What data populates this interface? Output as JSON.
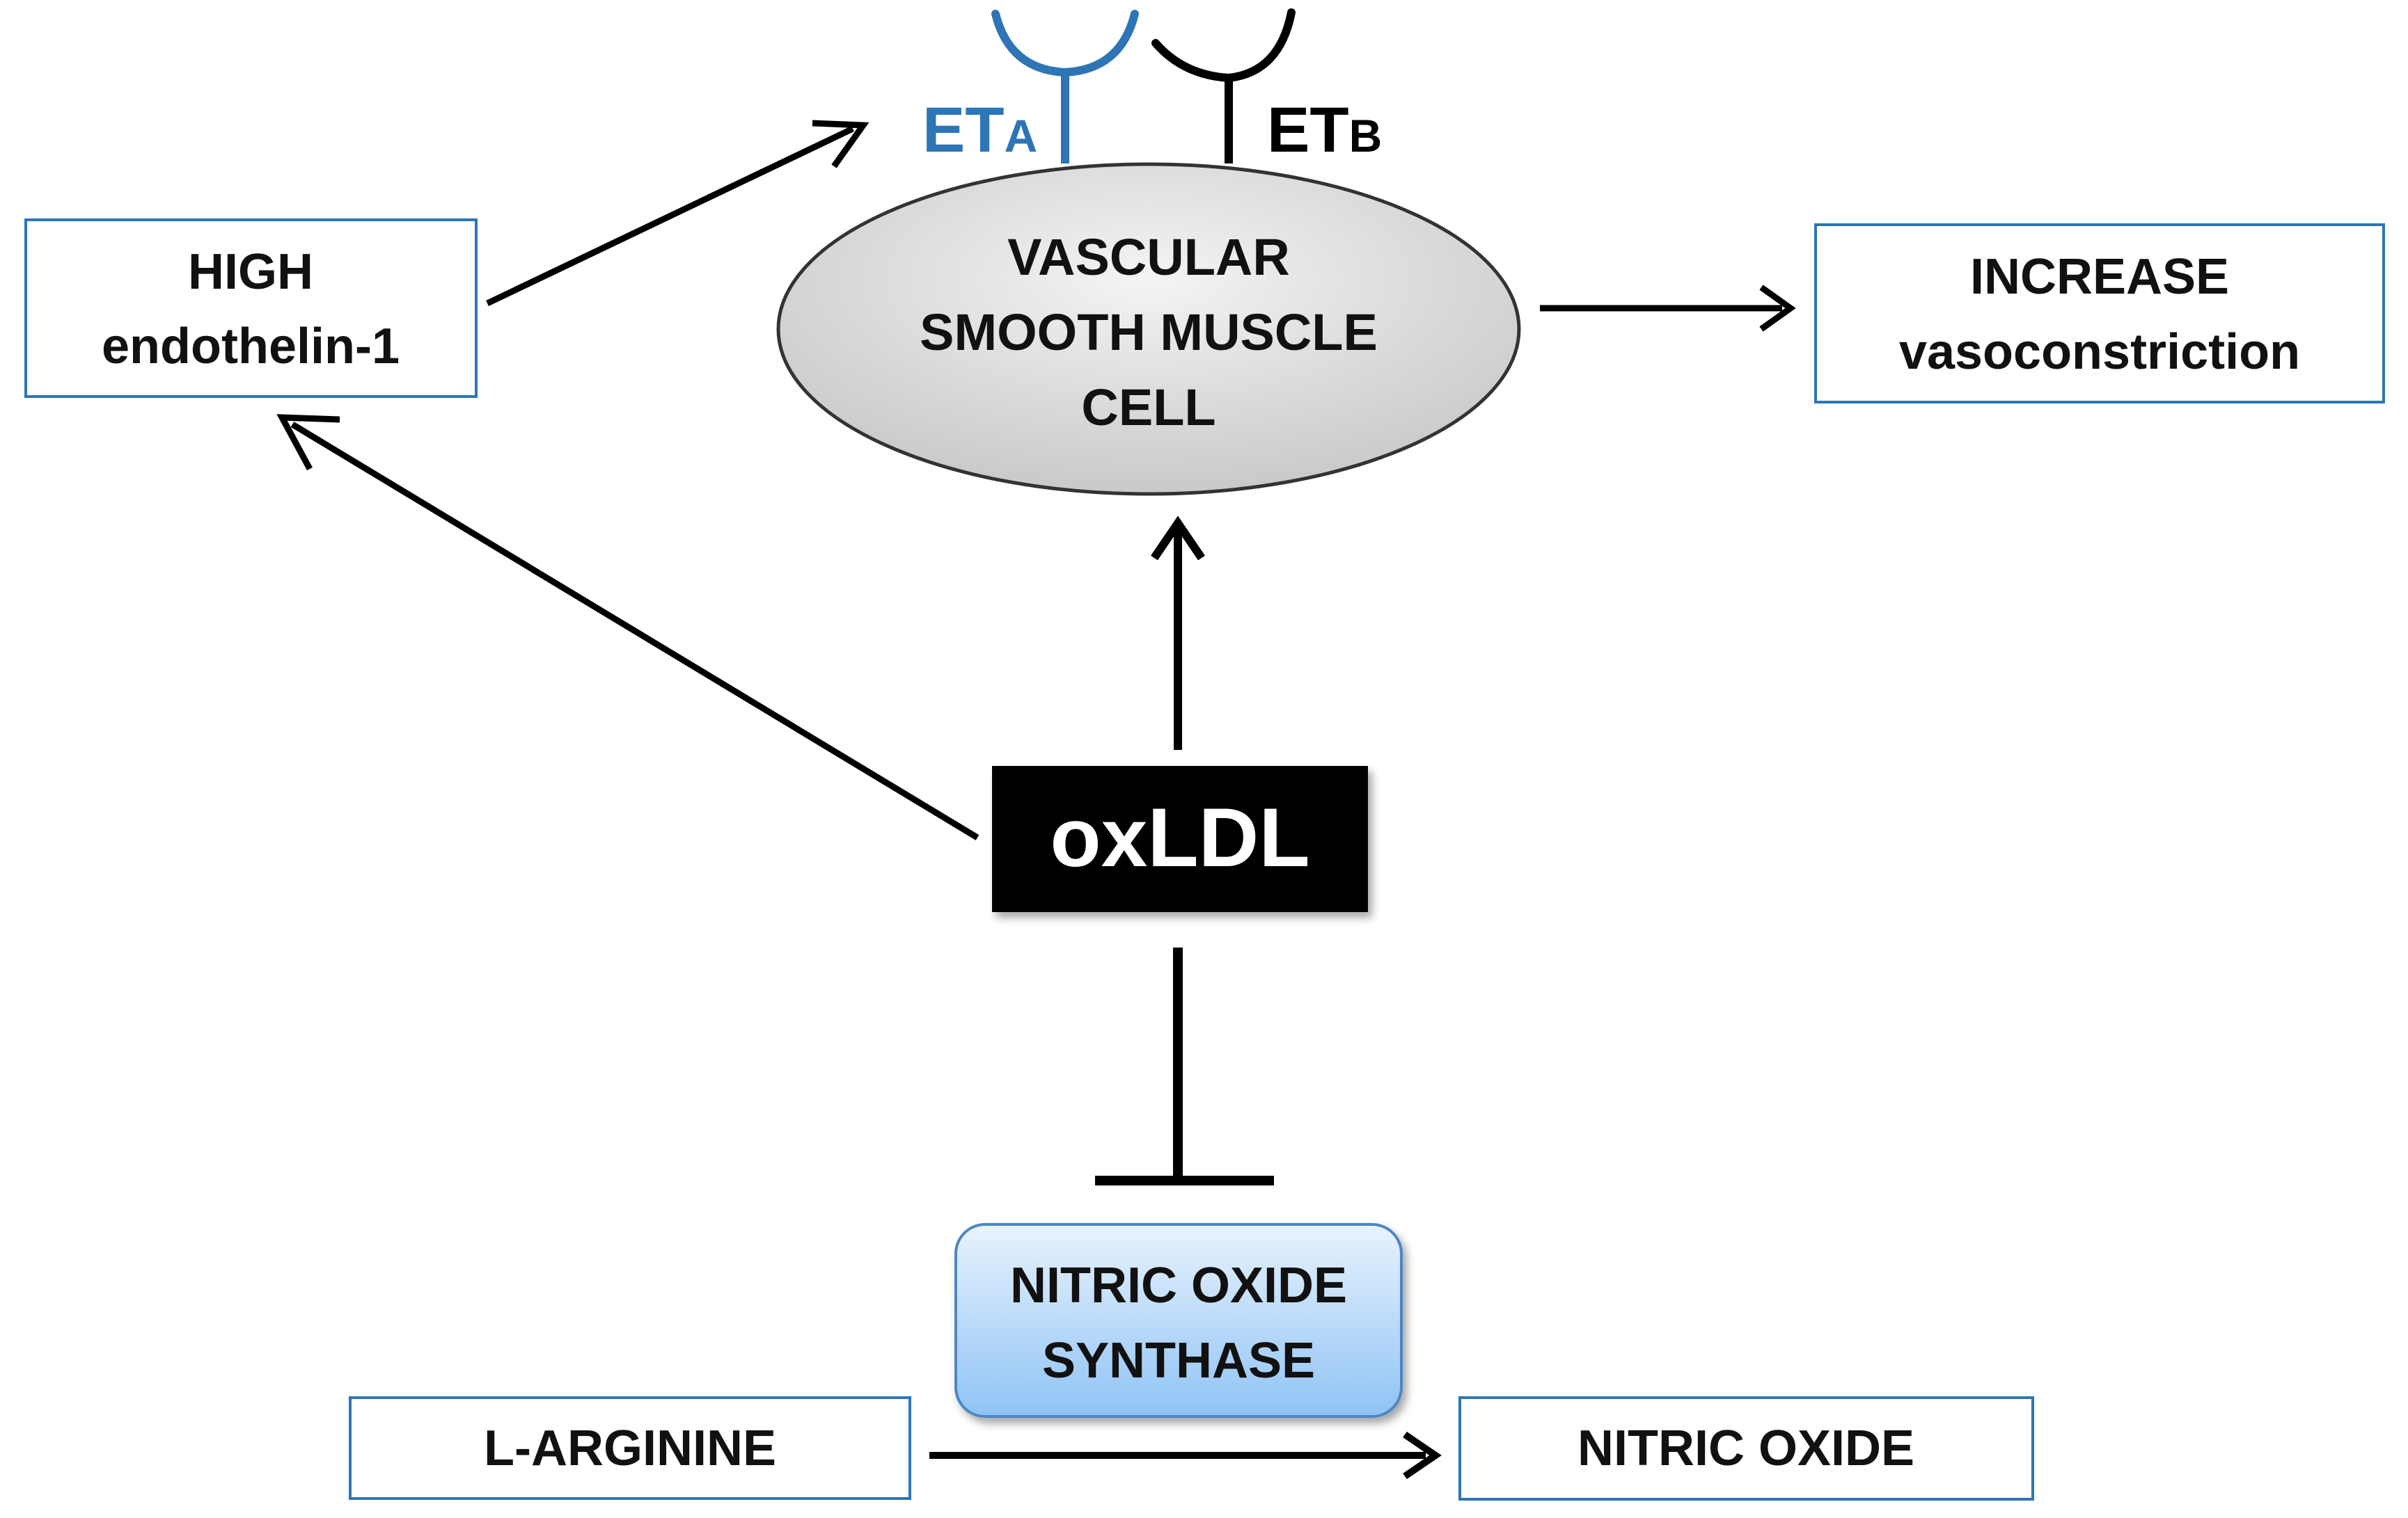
{
  "colors": {
    "box_border": "#2e75b6",
    "arrow": "#000000",
    "eta": "#2e75b6",
    "etb": "#000000",
    "cell_fill_light": "#f4f4f4",
    "cell_fill_dark": "#c9c9c9",
    "oxldl_fill": "#000000",
    "oxldl_text": "#ffffff",
    "nos_fill_light": "#e9f3fd",
    "nos_fill_dark": "#8fc3f4"
  },
  "receptors": {
    "eta": {
      "main": "ET",
      "sub": "A"
    },
    "etb": {
      "main": "ET",
      "sub": "B"
    }
  },
  "cell": {
    "line1": "VASCULAR",
    "line2": "SMOOTH MUSCLE",
    "line3": "CELL"
  },
  "endothelin": {
    "line1": "HIGH",
    "line2": "endothelin-1"
  },
  "vasoconstriction": {
    "line1": "INCREASE",
    "line2": "vasoconstriction"
  },
  "oxldl": {
    "label": "oxLDL"
  },
  "nos": {
    "line1": "NITRIC OXIDE",
    "line2": "SYNTHASE"
  },
  "arginine": {
    "label": "L-ARGININE"
  },
  "nitric_oxide": {
    "label": "NITRIC OXIDE"
  }
}
